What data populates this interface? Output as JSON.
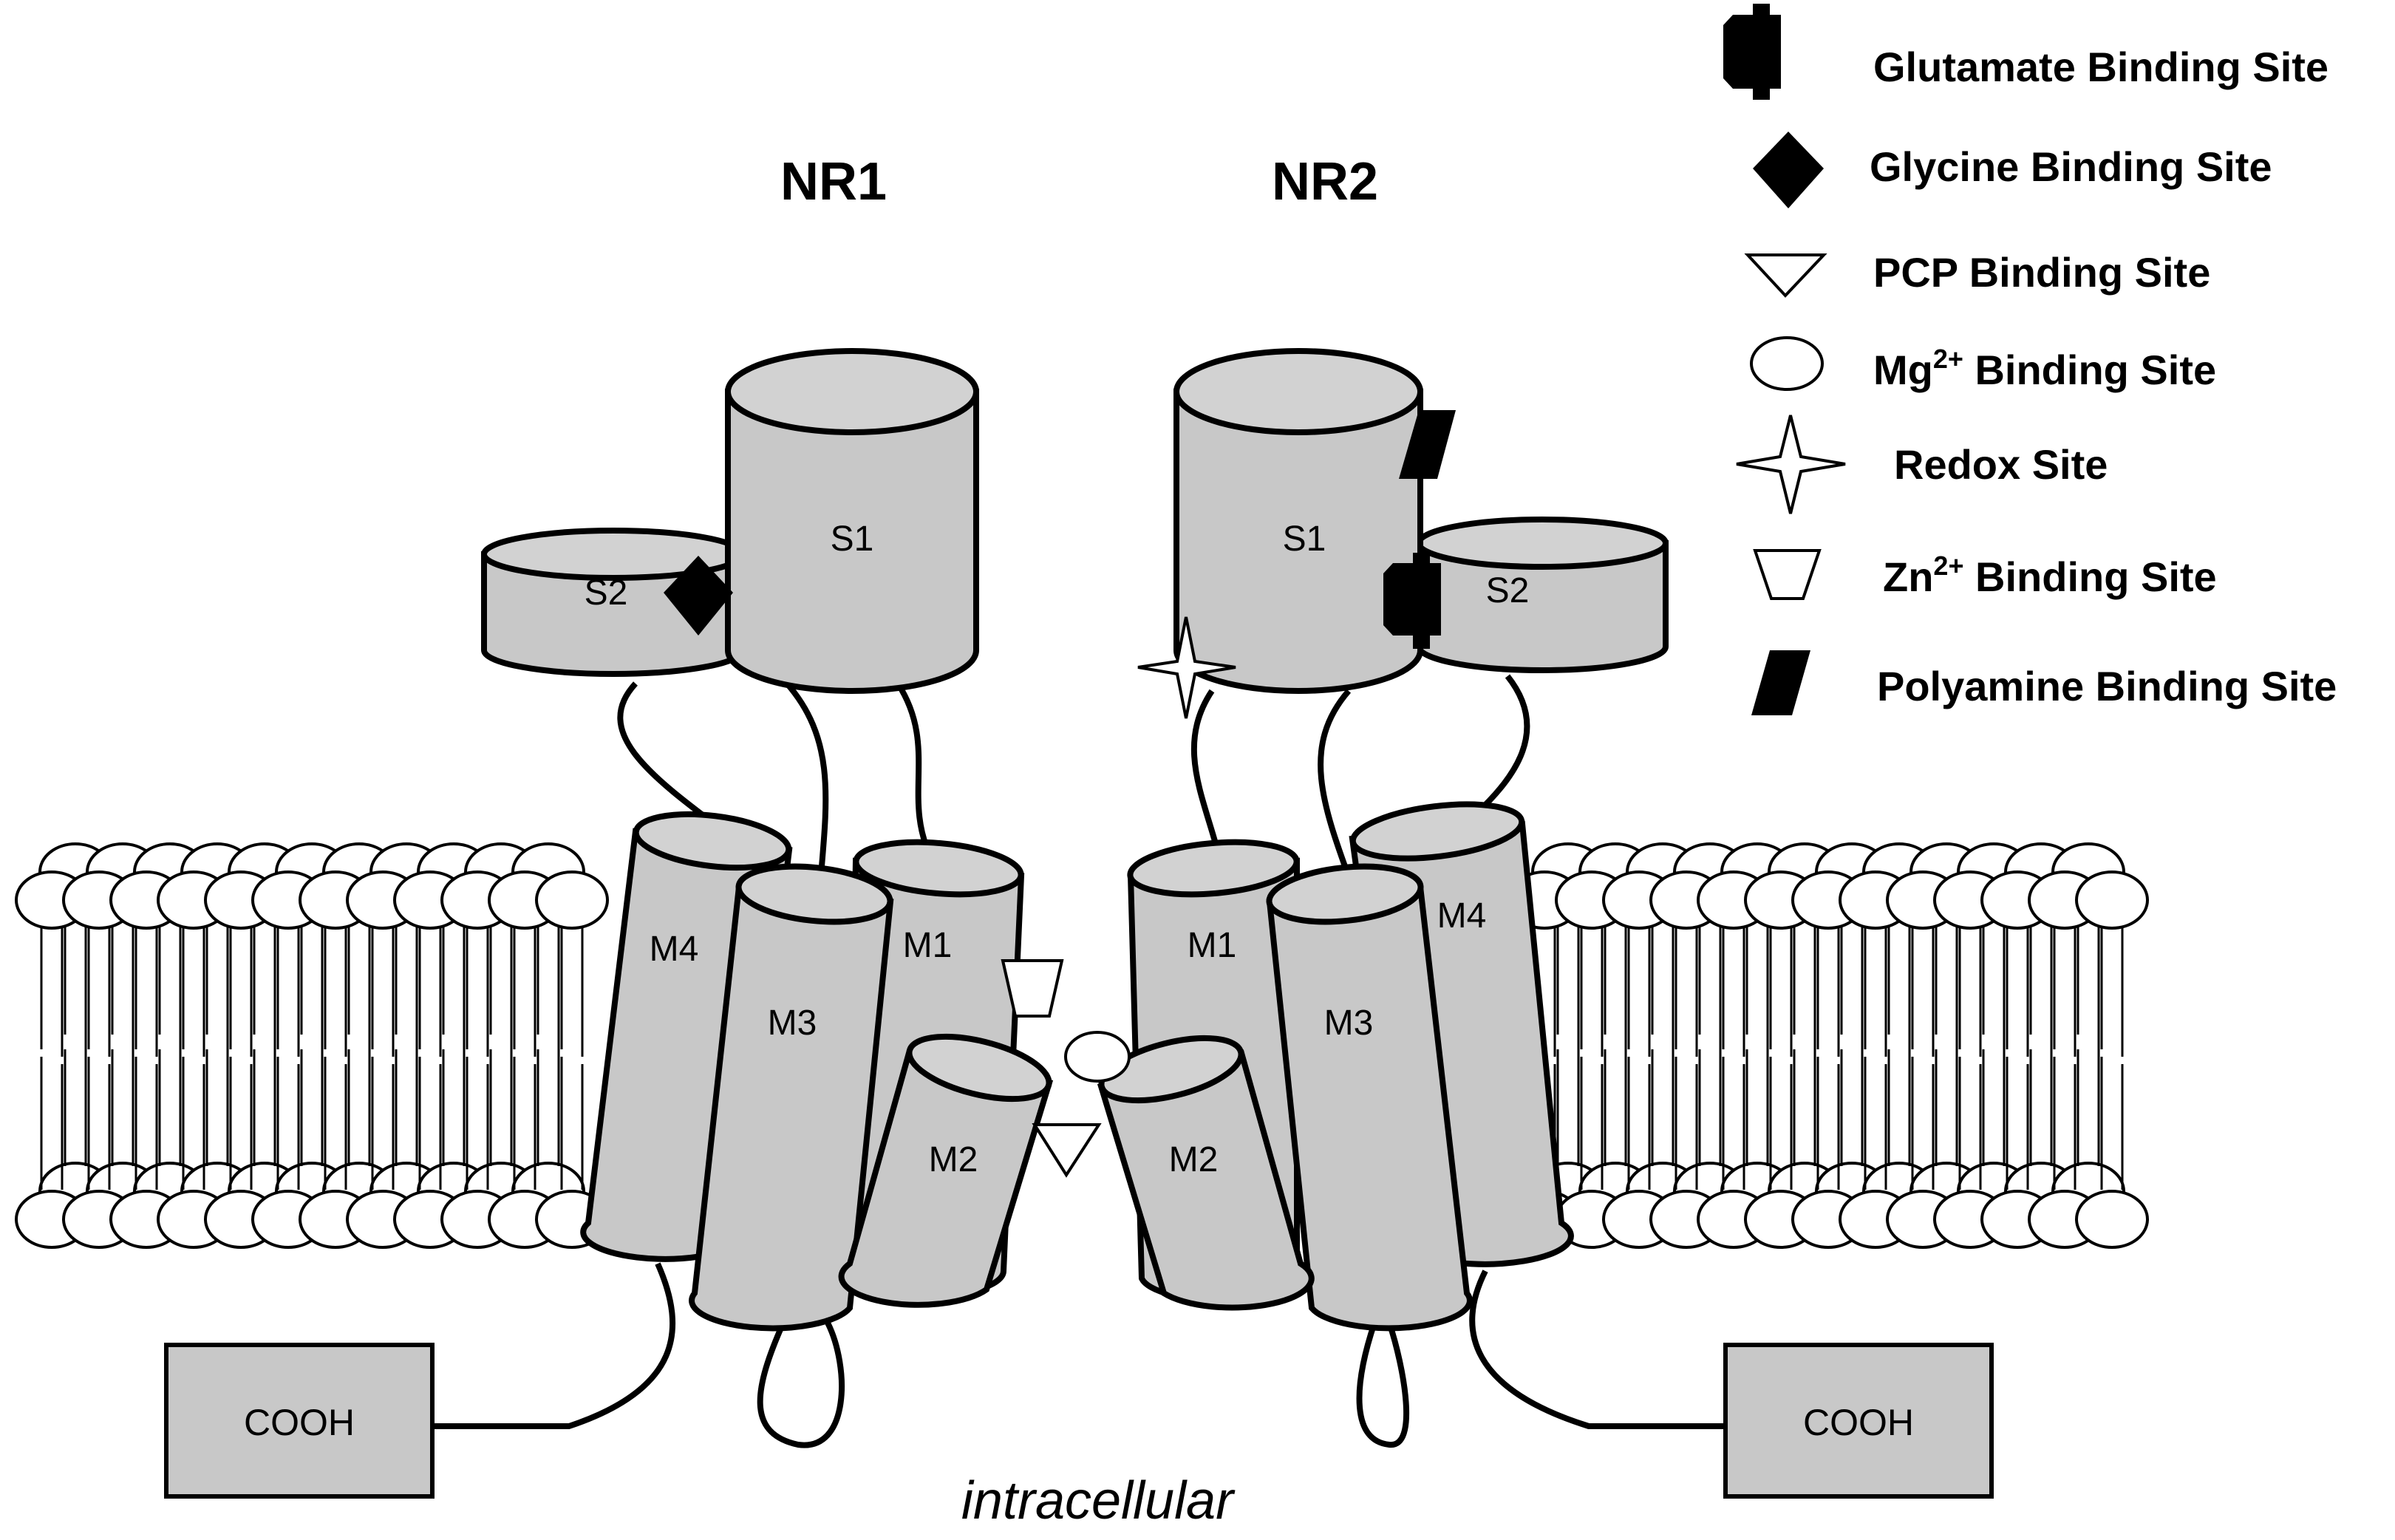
{
  "subunits": {
    "nr1": "NR1",
    "nr2": "NR2"
  },
  "domains": {
    "s1": "S1",
    "s2": "S2",
    "m1": "M1",
    "m2": "M2",
    "m3": "M3",
    "m4": "M4",
    "cooh": "COOH"
  },
  "compartment": "intracellular",
  "legend": [
    {
      "symbol": "glutamate-icon",
      "label": "Glutamate Binding Site"
    },
    {
      "symbol": "glycine-icon",
      "label": "Glycine Binding Site"
    },
    {
      "symbol": "pcp-icon",
      "label": "PCP Binding Site"
    },
    {
      "symbol": "mg-icon",
      "label_main": "Mg",
      "label_sup": "2+",
      "label_rest": " Binding Site"
    },
    {
      "symbol": "redox-icon",
      "label": "Redox Site"
    },
    {
      "symbol": "zn-icon",
      "label_main": "Zn",
      "label_sup": "2+",
      "label_rest": " Binding Site"
    },
    {
      "symbol": "polyamine-icon",
      "label": "Polyamine Binding Site"
    }
  ],
  "colors": {
    "protein": "#c8c8c8",
    "outline": "#000000",
    "background": "#ffffff"
  }
}
